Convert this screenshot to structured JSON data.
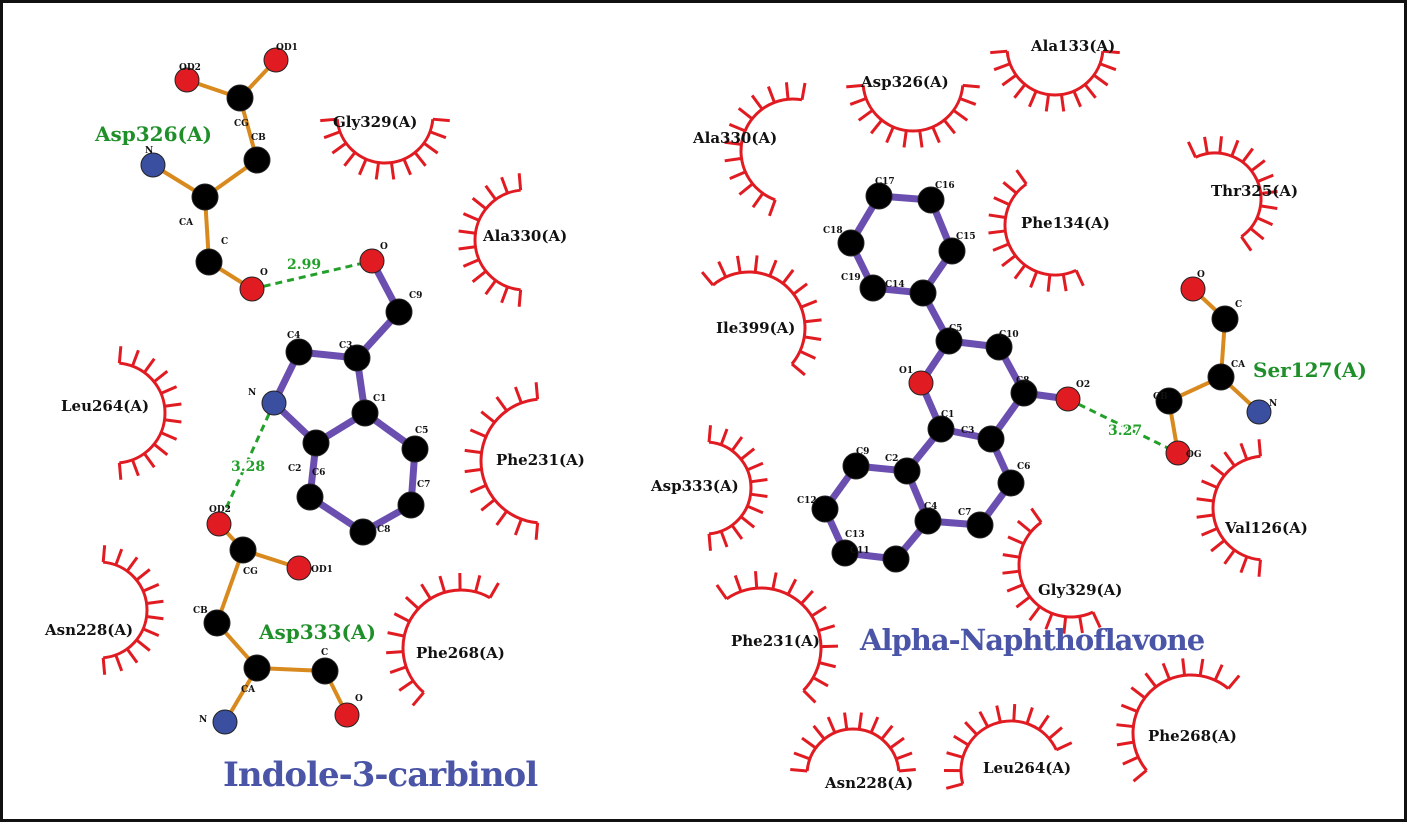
{
  "colors": {
    "bond_residue": "#d98a1e",
    "bond_ligand": "#6a4fb0",
    "carbon": "#000000",
    "oxygen": "#e11b22",
    "nitrogen": "#3a4fa0",
    "hbond": "#22a02a",
    "hydrophobic": "#e11b22",
    "title": "#4b55a8",
    "residue_hbond_label": "#1f8f2a"
  },
  "panels": [
    {
      "title": "Indole-3-carbinol",
      "molecules": [
        {
          "name": "Asp326(A)",
          "atoms": [
            "OD2",
            "OD1",
            "CG",
            "CB",
            "N",
            "CA",
            "C",
            "O"
          ]
        },
        {
          "name": "ligand",
          "atoms": [
            "O",
            "C9",
            "C3",
            "C4",
            "N",
            "C2",
            "C1",
            "C5",
            "C7",
            "C8",
            "C6"
          ]
        },
        {
          "name": "Asp333(A)",
          "atoms": [
            "OD2",
            "CG",
            "OD1",
            "CB",
            "CA",
            "C",
            "O",
            "N"
          ]
        }
      ],
      "hbonds": [
        "2.99",
        "3.28"
      ],
      "hydrophobic": [
        "Gly329(A)",
        "Ala330(A)",
        "Leu264(A)",
        "Phe231(A)",
        "Asn228(A)",
        "Phe268(A)"
      ]
    },
    {
      "title": "Alpha-Naphthoflavone",
      "molecules": [
        {
          "name": "ligand",
          "atoms": [
            "C17",
            "C16",
            "C15",
            "C14",
            "C19",
            "C18",
            "C5",
            "C10",
            "C8",
            "C3",
            "C1",
            "O1",
            "C2",
            "C9",
            "C12",
            "C13",
            "C11",
            "C4",
            "C7",
            "C6",
            "O2"
          ]
        },
        {
          "name": "Ser127(A)",
          "atoms": [
            "O",
            "C",
            "CA",
            "N",
            "CB",
            "OG"
          ]
        }
      ],
      "hbonds": [
        "3.27"
      ],
      "hydrophobic": [
        "Ala133(A)",
        "Asp326(A)",
        "Ala330(A)",
        "Thr325(A)",
        "Phe134(A)",
        "Ile399(A)",
        "Asp333(A)",
        "Val126(A)",
        "Gly329(A)",
        "Phe231(A)",
        "Phe268(A)",
        "Asn228(A)",
        "Leu264(A)"
      ]
    }
  ]
}
